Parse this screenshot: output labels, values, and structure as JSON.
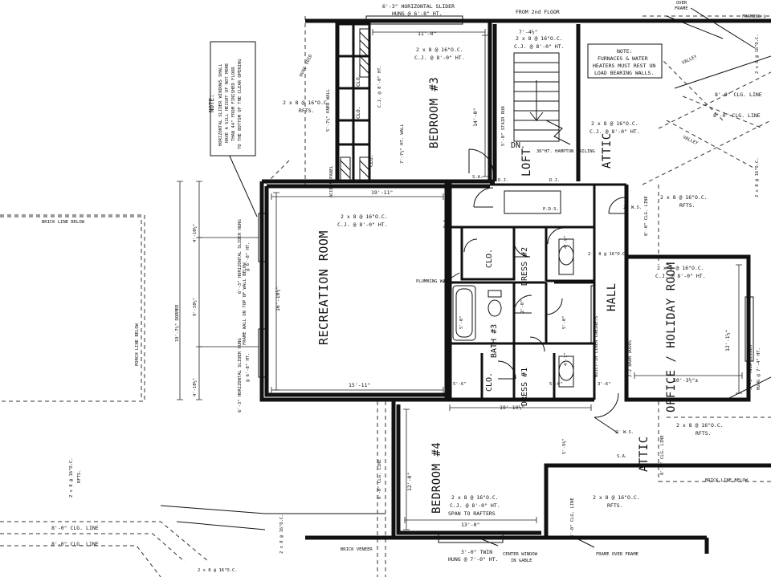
{
  "labels": {
    "top_slider": "6'-3\" HORIZONTAL SLIDER",
    "top_slider_hung": "HUNG @ 6'-8\" HT.",
    "from_2nd_floor": "FROM 2nd FLOOR",
    "over_frame": "OVER",
    "frame_word": "FRAME",
    "framing_line": "FRAMING L",
    "stair_dim": "7'-4½\"",
    "note_title": "NOTE:",
    "note_left_1": "HORIZONTAL SLIDER WINDOWS SHALL",
    "note_left_2": "HAVE A SILL HEIGHT OF NOT MORE",
    "note_left_3": "THAN 44\" FROM FINISHED FLOOR",
    "note_left_4": "TO THE BOTTOM OF THE CLEAR OPENING",
    "note_right_title": "NOTE:",
    "note_right_1": "FURNACES & WATER",
    "note_right_2": "HEATERS MUST REST ON",
    "note_right_3": "LOAD BEARING WALLS.",
    "hvac_void": "HVAC VOID",
    "knee_wall": "5'-7½\" KNEE WALL",
    "joist_2x8": "2 x 8 @ 16\"O.C.",
    "rfts": "RFTS.",
    "cj_8": "C.J. @ 8'-0\" HT.",
    "clo": "CLO.",
    "access_panel": "ACCESS PANEL",
    "clg_line_8": "8'-0\" CLG. LINE",
    "valley": "VALLEY",
    "bedroom3": "BEDROOM #3",
    "bedroom3_width": "11'-0\"",
    "bedroom3_depth": "14'-0\"",
    "stair_run": "5'-0\" STAIR RUN",
    "ht_wall": "7'-7½\" HT. WALL",
    "dn": "DN.",
    "loft": "LOFT",
    "hampton": "36\"HT. HAMPTON RAILING",
    "attic": "ATTIC",
    "sa": "S.A.",
    "dj": "D.J.",
    "pds": "P.D.S.",
    "ws": "2' W.S.",
    "rec_width": "19'-11\"",
    "rec_width_b": "15'-11\"",
    "rec_room": "RECREATION ROOM",
    "rec_depth": "16'-10½\"",
    "dormer_total": "19'-7½\" DORMER",
    "dormer_1": "4'-10½\"",
    "dormer_2": "9'-10½\"",
    "dormer_3": "4'-10½\"",
    "slider_hung": "6'-3\" HORIZONTAL SLIDER HUNG",
    "slider_ht": "@ 6'-8\" HT.",
    "frame_wall": "FRAME WALL ON TOP OF WALL BELOW",
    "brick_line_below": "BRICK LINE BELOW",
    "porch_line_below": "PORCH LINE BELOW",
    "plumbing_wall": "PLUMBING WALL",
    "dress2": "DRESS #2",
    "dress1": "DRESS #1",
    "bath3": "BATH #3",
    "hall": "HALL",
    "linen": "BUILT-IN LINEN CABINETS",
    "barn_doors": "2-2 BARN DOORS",
    "office": "OFFICE / HOLIDAY ROOM",
    "office_width": "10'-3½\"±",
    "office_depth": "12'-1½\"",
    "twin_slider": "5'-3\" TWIN SLIDER",
    "twin_slider_ht": "HUNG @ 7'-4\" HT.",
    "hall_width": "19'-10½\"",
    "bedroom4": "BEDROOM #4",
    "bedroom4_width": "13'-0\"",
    "bedroom4_depth": "12'-0\"",
    "span_rafters": "SPAN TO RAFTERS",
    "brick_veneer": "BRICK VENEER",
    "twin_hung": "3'-0\" TWIN",
    "twin_hung2": "HUNG @ 7'-0\" HT.",
    "center_window": "CENTER WINDOW",
    "in_gable": "IN GABLE",
    "frame_over_frame": "FRAME OVER FRAME",
    "d_5_0": "5'-0\"",
    "d_5_6": "5'-6\"",
    "d_3_6": "3'-6\"",
    "d_4_9": "4'-9\"",
    "d_4_7": "4'-7\"",
    "d_2_0": "2'-0\"",
    "d_5_9": "5'-9½\""
  }
}
